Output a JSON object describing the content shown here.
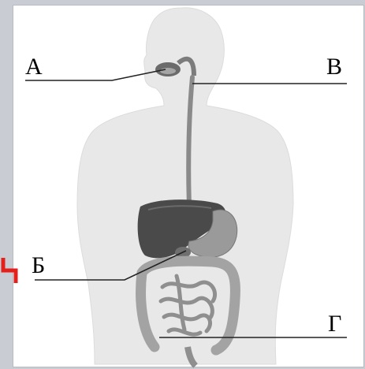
{
  "labels": {
    "a": "А",
    "b": "Б",
    "v": "В",
    "g": "Г"
  },
  "colors": {
    "background": "#c9cdd3",
    "panel": "#ffffff",
    "body_silhouette": "#e7e7e7",
    "organs_dark": "#4a4a4a",
    "intestine": "#9c9c9c",
    "accent_mark": "#e3201b"
  }
}
